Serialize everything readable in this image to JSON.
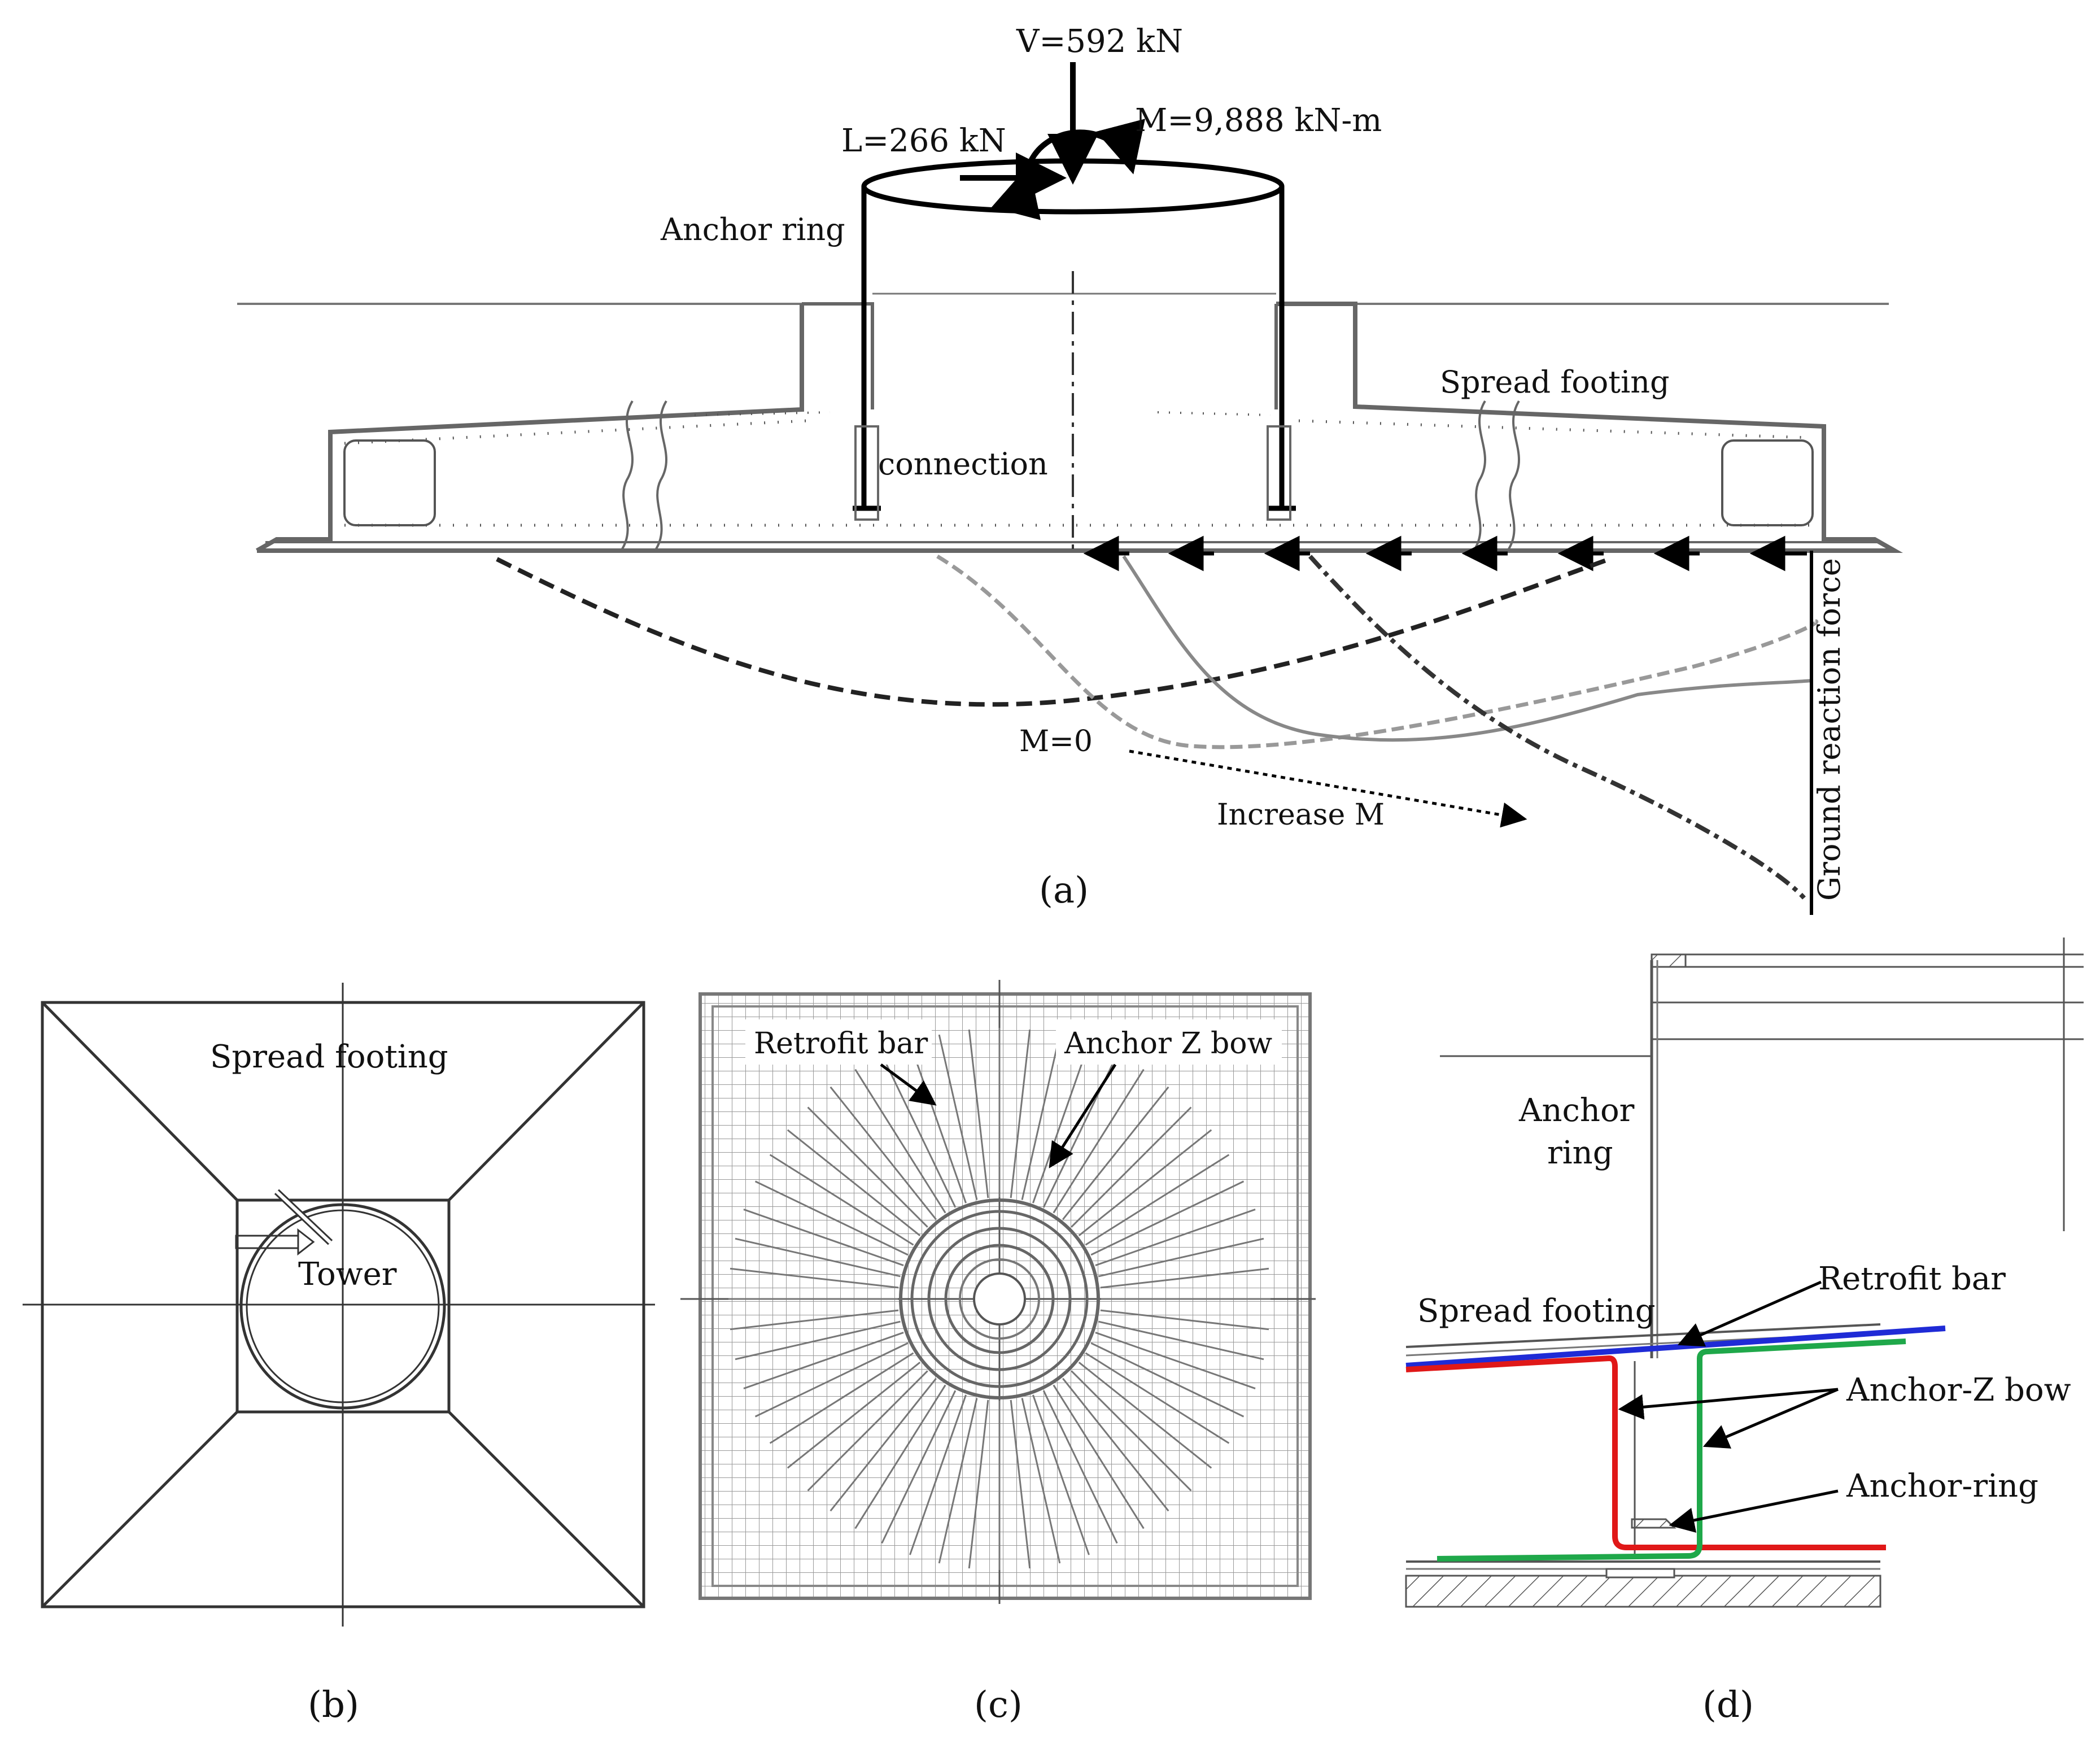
{
  "panel_a": {
    "vertical_load": "V=592 kN",
    "lateral_load": "L=266 kN",
    "moment": "M=9,888 kN-m",
    "anchor_ring": "Anchor ring",
    "spread_footing": "Spread footing",
    "connection": "connection",
    "m_zero": "M=0",
    "increase_m": "Increase M",
    "ground_reaction": "Ground reaction force",
    "caption": "(a)"
  },
  "panel_b": {
    "spread_footing": "Spread footing",
    "tower": "Tower",
    "caption": "(b)"
  },
  "panel_c": {
    "retrofit_bar": "Retrofit bar",
    "anchor_z_bow": "Anchor Z bow",
    "caption": "(c)"
  },
  "panel_d": {
    "anchor_ring": "Anchor",
    "anchor_ring_2": "ring",
    "spread_footing": "Spread footing",
    "retrofit_bar": "Retrofit bar",
    "anchor_z_bow": "Anchor-Z bow",
    "anchor_ring_label": "Anchor-ring",
    "caption": "(d)",
    "colors": {
      "retrofit": "#1f2bd6",
      "z_bow_red": "#e01818",
      "z_bow_green": "#1fa84a"
    }
  }
}
